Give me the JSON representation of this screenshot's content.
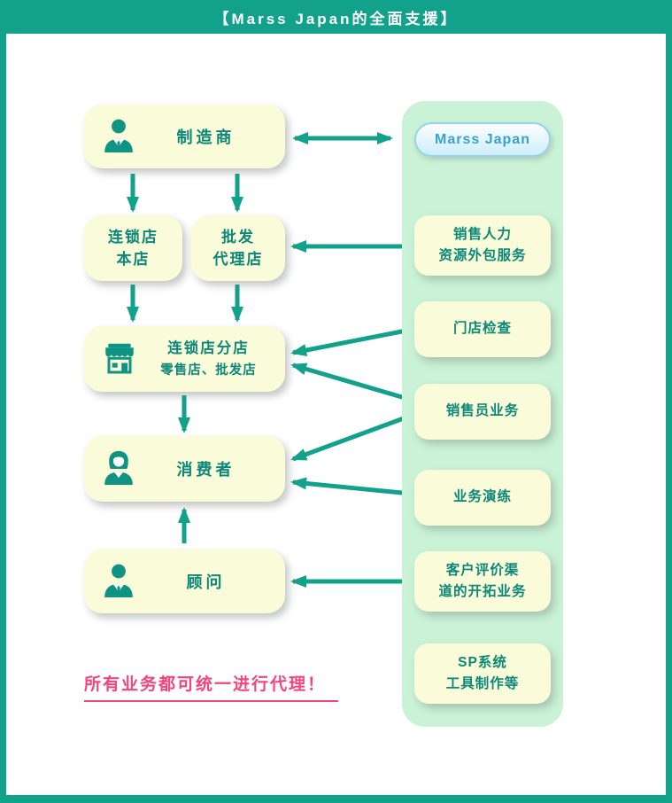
{
  "header": {
    "title": "【Marss Japan的全面支援】"
  },
  "flow": {
    "manufacturer": {
      "label": "制造商",
      "icon": "businessman-icon"
    },
    "chain_main": {
      "line1": "连锁店",
      "line2": "本店"
    },
    "wholesale": {
      "line1": "批发",
      "line2": "代理店"
    },
    "branch": {
      "line1": "连锁店分店",
      "line2": "零售店、批发店",
      "icon": "storefront-icon"
    },
    "consumer": {
      "label": "消费者",
      "icon": "woman-icon"
    },
    "advisor": {
      "label": "顾问",
      "icon": "businessman-icon"
    }
  },
  "panel": {
    "brand": "Marss Japan",
    "items": [
      {
        "line1": "销售人力",
        "line2": "资源外包服务"
      },
      {
        "line1": "门店检查"
      },
      {
        "line1": "销售员业务"
      },
      {
        "line1": "业务演练"
      },
      {
        "line1": "客户评价渠",
        "line2": "道的开拓业务"
      },
      {
        "line1": "SP系统",
        "line2": "工具制作等"
      }
    ]
  },
  "note": {
    "text": "所有业务都可统一进行代理！"
  },
  "colors": {
    "teal": "#12A28C",
    "icon_teal": "#0F9483",
    "box_cream": "#FAFBD9",
    "panel_green": "#C9F2D6",
    "box_text": "#0C8878",
    "brand_blue": "#3AA0D4",
    "brand_border": "#97D2EC",
    "note_pink": "#F4447C"
  }
}
